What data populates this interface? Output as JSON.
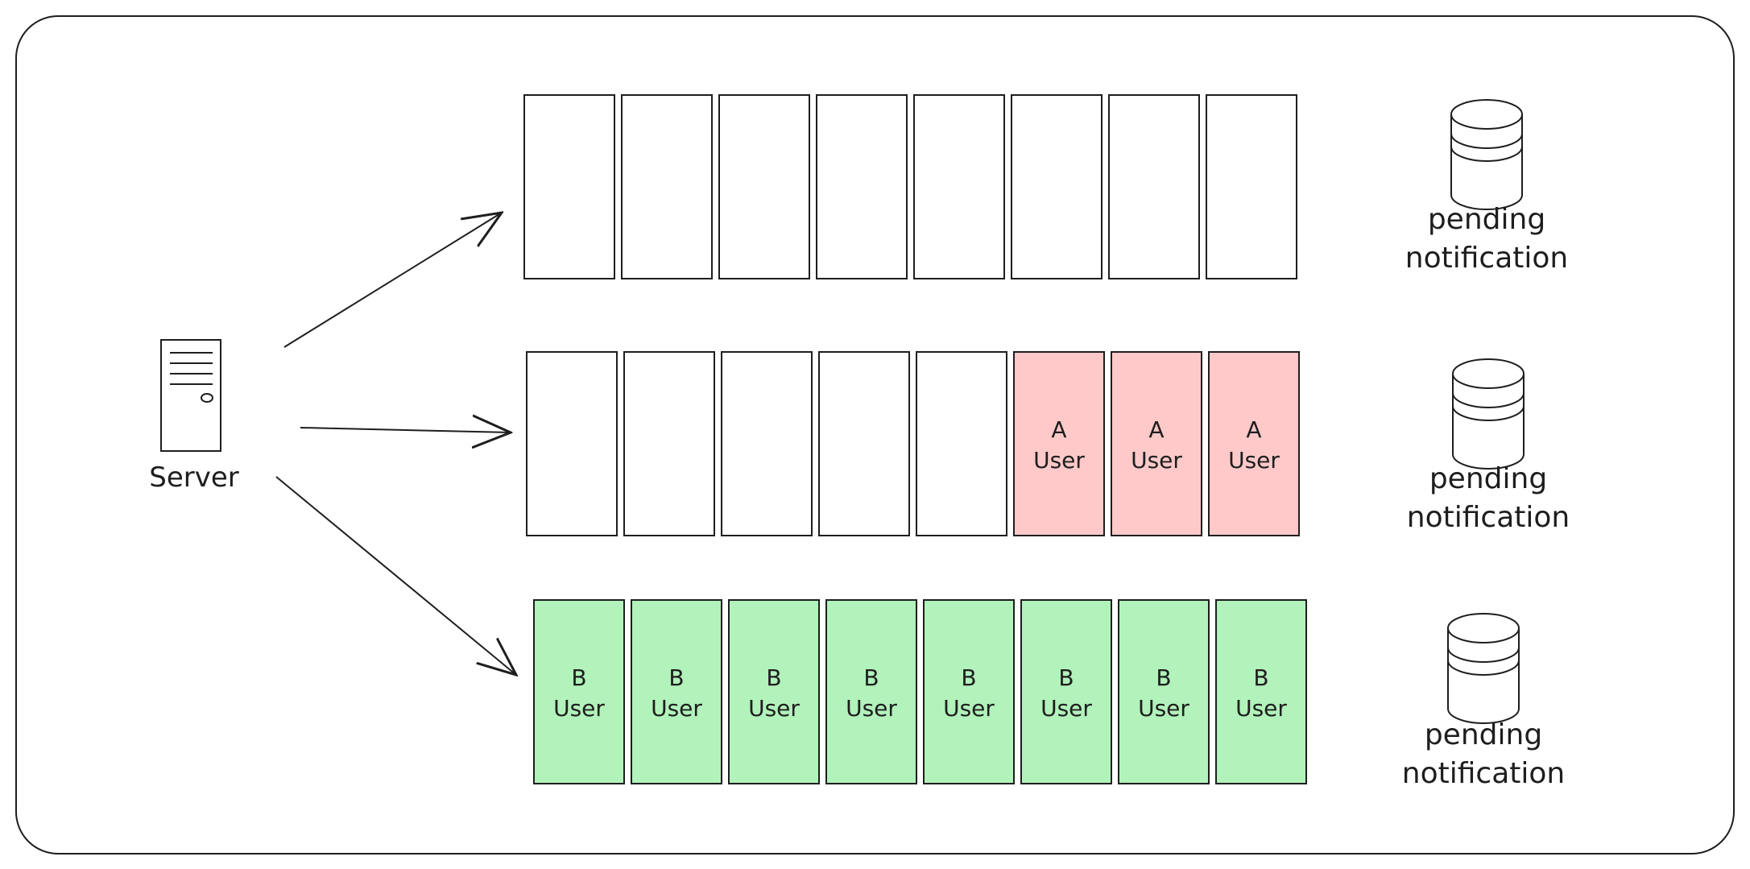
{
  "server": {
    "label": "Server",
    "icon": "server-icon"
  },
  "queues": [
    {
      "slots": [
        "",
        "",
        "",
        "",
        "",
        "",
        "",
        ""
      ],
      "storage": {
        "icon": "database-icon",
        "label_line1": "pending",
        "label_line2": "notification"
      }
    },
    {
      "slots": [
        "",
        "",
        "",
        "",
        "",
        "A User",
        "A User",
        "A User"
      ],
      "storage": {
        "icon": "database-icon",
        "label_line1": "pending",
        "label_line2": "notification"
      }
    },
    {
      "slots": [
        "B User",
        "B User",
        "B User",
        "B User",
        "B User",
        "B User",
        "B User",
        "B User"
      ],
      "storage": {
        "icon": "database-icon",
        "label_line1": "pending",
        "label_line2": "notification"
      }
    }
  ],
  "colors": {
    "stroke": "#1e1e1e",
    "a_user_fill": "#ffc9c9",
    "b_user_fill": "#b2f2bb",
    "empty_fill": "#ffffff"
  }
}
